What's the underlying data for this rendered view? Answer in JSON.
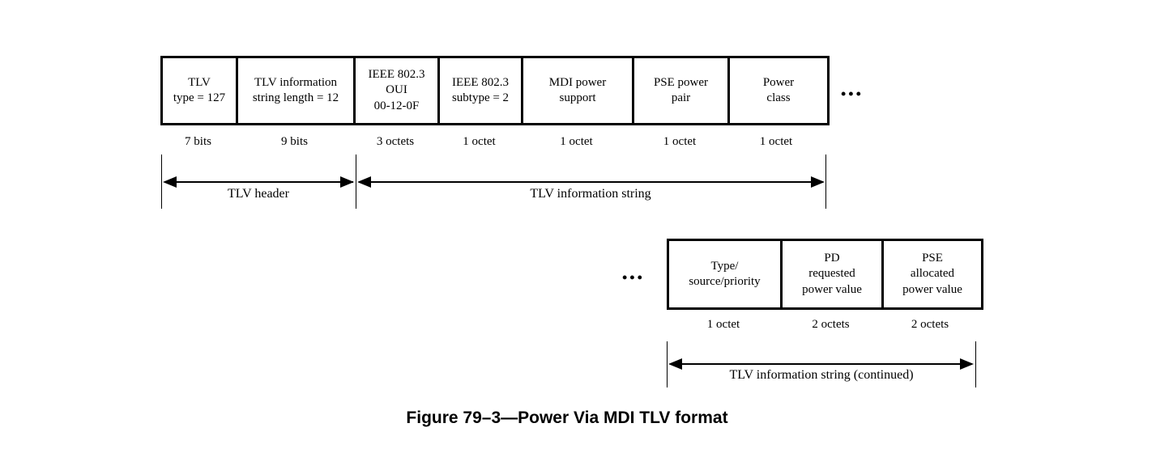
{
  "figure": {
    "caption": "Figure 79–3—Power Via MDI TLV format"
  },
  "row1": {
    "cells": [
      {
        "label": "TLV\ntype = 127",
        "size": "7 bits"
      },
      {
        "label": "TLV information\nstring length = 12",
        "size": "9 bits"
      },
      {
        "label": "IEEE 802.3\nOUI\n00-12-0F",
        "size": "3 octets"
      },
      {
        "label": "IEEE 802.3\nsubtype = 2",
        "size": "1 octet"
      },
      {
        "label": "MDI power\nsupport",
        "size": "1 octet"
      },
      {
        "label": "PSE power\npair",
        "size": "1 octet"
      },
      {
        "label": "Power\nclass",
        "size": "1 octet"
      }
    ],
    "ellipsis": "•••",
    "arrows": [
      {
        "label": "TLV header"
      },
      {
        "label": "TLV information string"
      }
    ]
  },
  "row2": {
    "ellipsis": "•••",
    "cells": [
      {
        "label": "Type/\nsource/priority",
        "size": "1 octet"
      },
      {
        "label": "PD\nrequested\npower value",
        "size": "2 octets"
      },
      {
        "label": "PSE\nallocated\npower value",
        "size": "2 octets"
      }
    ],
    "arrow": {
      "label": "TLV information string (continued)"
    }
  }
}
